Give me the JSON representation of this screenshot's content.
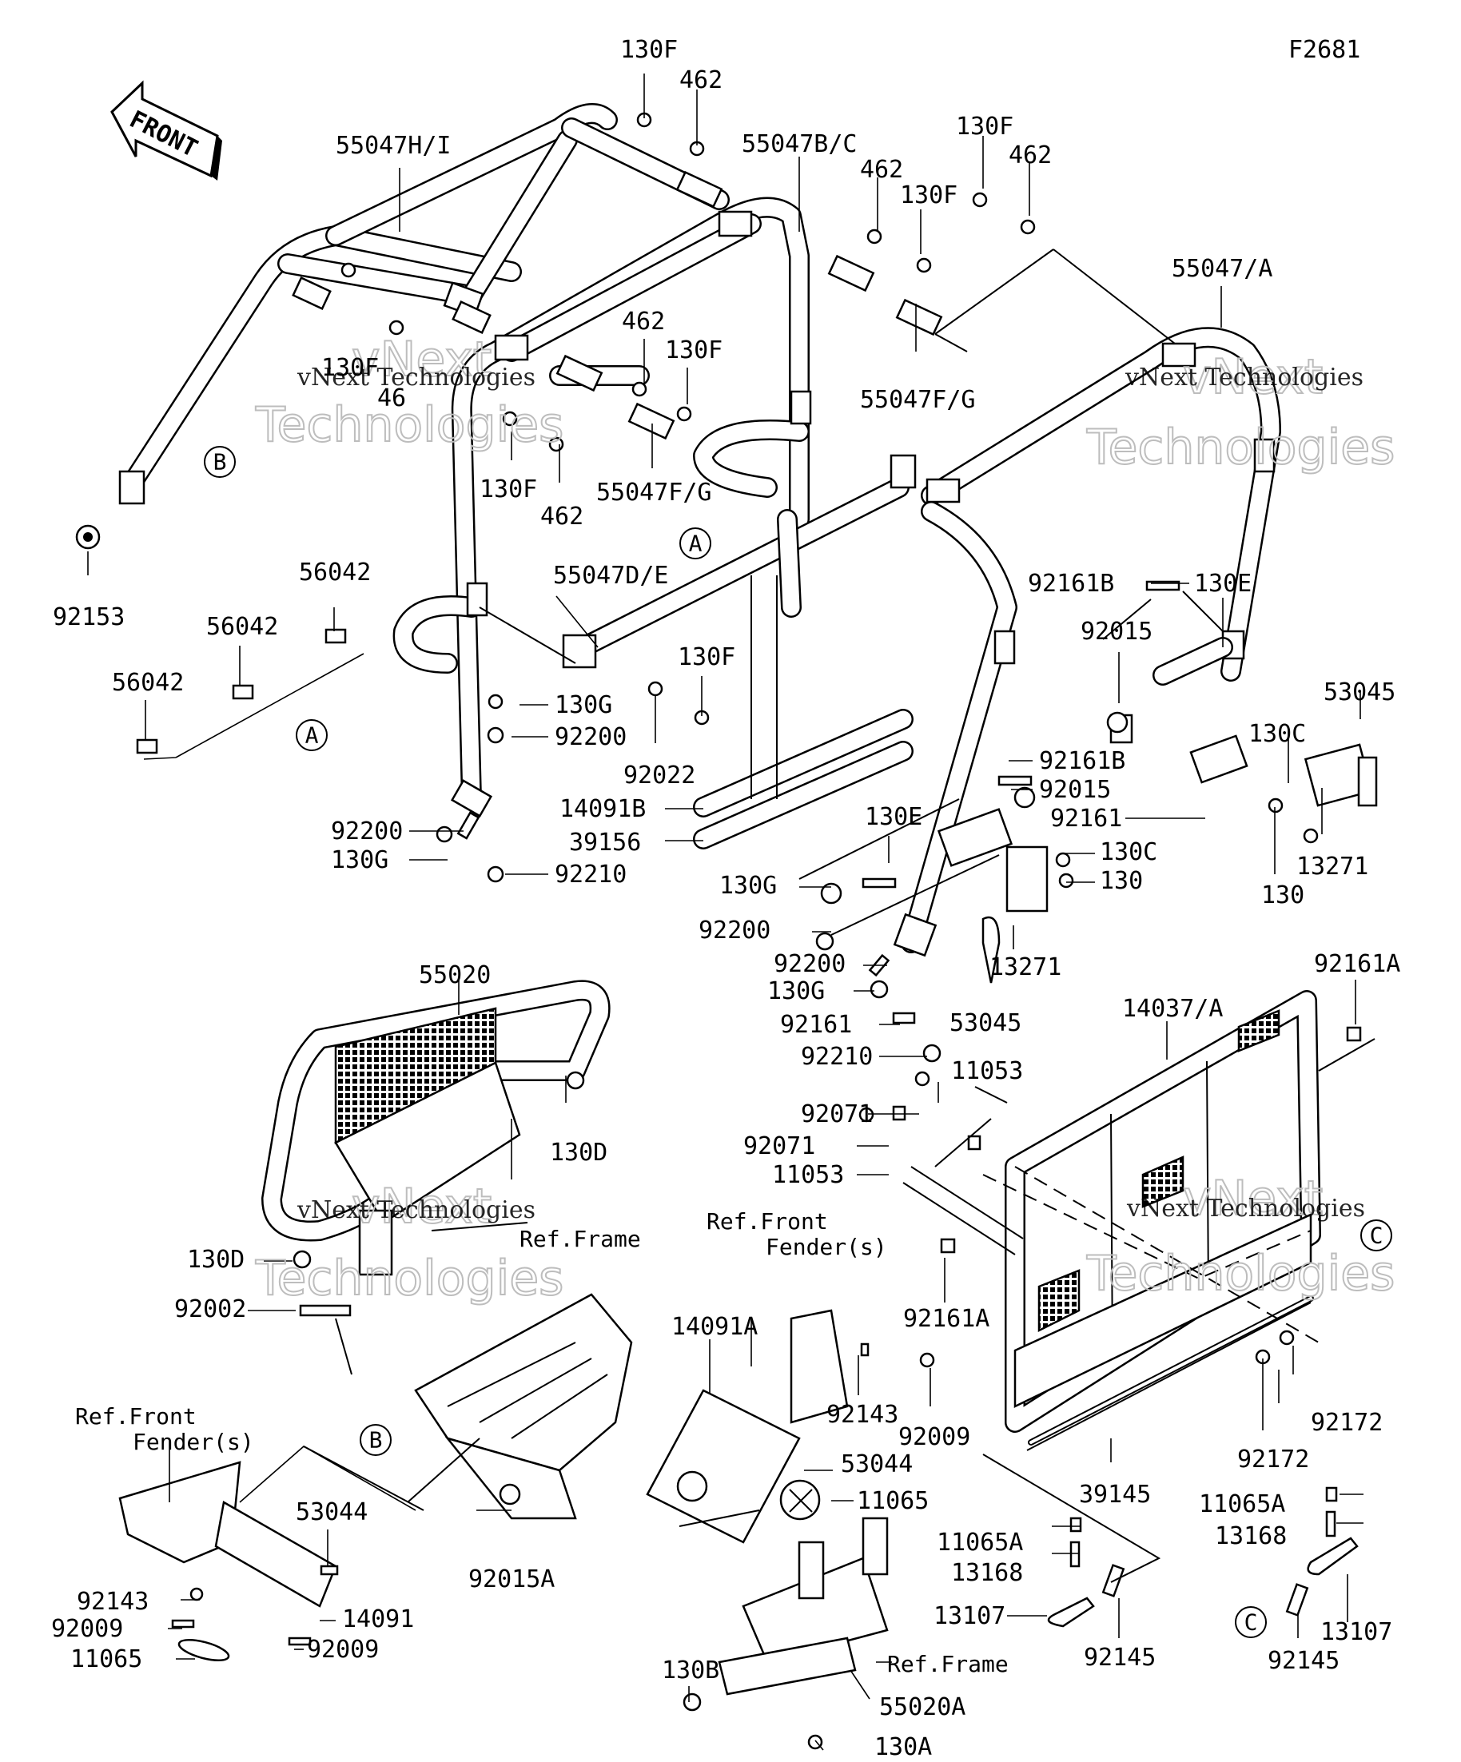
{
  "figure_code": "F2681",
  "front_label": "FRONT",
  "watermark": {
    "line1": "vNext Technologies",
    "line2": "Technologies",
    "line3": "vNext"
  },
  "labels": {
    "l_130F_a": "130F",
    "l_462_a": "462",
    "l_55047HI": "55047H/I",
    "l_55047BC": "55047B/C",
    "l_462_b": "462",
    "l_130F_b": "130F",
    "l_130F_c": "130F",
    "l_462_c": "462",
    "l_55047A": "55047/A",
    "l_130F_d": "130F",
    "l_46": "46",
    "l_55047FG_a": "55047F/G",
    "l_462_d": "462",
    "l_130F_e": "130F",
    "l_130F_f": "130F",
    "l_55047FG_b": "55047F/G",
    "l_462_e": "462",
    "l_92153": "92153",
    "l_56042_a": "56042",
    "l_56042_b": "56042",
    "l_56042_c": "56042",
    "l_55047DE": "55047D/E",
    "l_130F_g": "130F",
    "l_130G_a": "130G",
    "l_92200_a": "92200",
    "l_92022": "92022",
    "l_14091B": "14091B",
    "l_39156": "39156",
    "l_92200_b": "92200",
    "l_130G_b": "130G",
    "l_92210_a": "92210",
    "l_92161B_a": "92161B",
    "l_130E_a": "130E",
    "l_92015_a": "92015",
    "l_53045_a": "53045",
    "l_130C_a": "130C",
    "l_92161B_b": "92161B",
    "l_92015_b": "92015",
    "l_92161_a": "92161",
    "l_130_a": "130",
    "l_13271_a": "13271",
    "l_130E_b": "130E",
    "l_130C_b": "130C",
    "l_130G_c": "130G",
    "l_130_b": "130",
    "l_92200_c": "92200",
    "l_13271_b": "13271",
    "l_92200_d": "92200",
    "l_130G_d": "130G",
    "l_53045_b": "53045",
    "l_92161_b": "92161",
    "l_92210_b": "92210",
    "l_92161A_a": "92161A",
    "l_55020": "55020",
    "l_14037A": "14037/A",
    "l_11053_a": "11053",
    "l_92071_a": "92071",
    "l_130D_a": "130D",
    "l_92071_b": "92071",
    "l_11053_b": "11053",
    "l_reffrontfender_a1": "Ref.Front",
    "l_reffrontfender_a2": "Fender(s)",
    "l_130D_b": "130D",
    "l_refframe_a": "Ref.Frame",
    "l_92002": "92002",
    "l_92161A_b": "92161A",
    "l_14091A": "14091A",
    "l_92143_a": "92143",
    "l_92009_a": "92009",
    "l_92172_a": "92172",
    "l_92172_b": "92172",
    "l_reffrontfender_b1": "Ref.Front",
    "l_reffrontfender_b2": "Fender(s)",
    "l_53044_a": "53044",
    "l_53044_b": "53044",
    "l_11065_a": "11065",
    "l_39145": "39145",
    "l_11065A_a": "11065A",
    "l_13168_a": "13168",
    "l_11065A_b": "11065A",
    "l_13168_b": "13168",
    "l_92015A": "92015A",
    "l_92143_b": "92143",
    "l_92009_b": "92009",
    "l_14091": "14091",
    "l_92009_c": "92009",
    "l_11065_b": "11065",
    "l_13107_a": "13107",
    "l_92145_a": "92145",
    "l_92145_b": "92145",
    "l_13107_b": "13107",
    "l_130B": "130B",
    "l_refframe_b": "Ref.Frame",
    "l_55020A": "55020A",
    "l_130A": "130A"
  },
  "circle_refs": {
    "A": "A",
    "B": "B",
    "C": "C"
  }
}
